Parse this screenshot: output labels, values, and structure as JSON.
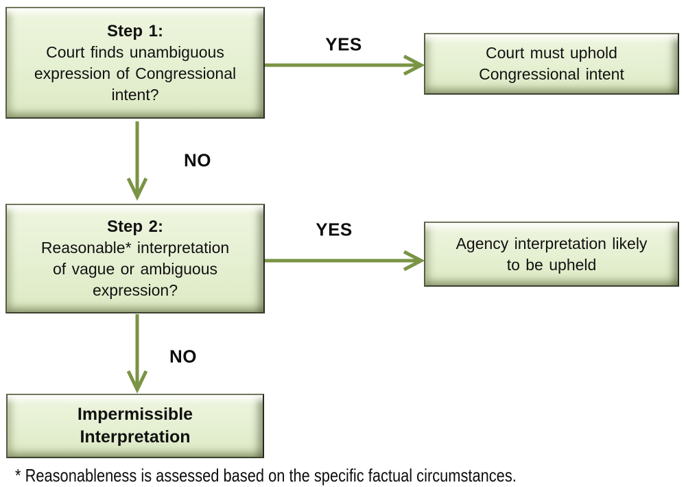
{
  "colors": {
    "box_fill": "#e6f0d3",
    "box_border": "#3a402b",
    "arrow": "#7a9445",
    "text": "#111111"
  },
  "boxes": {
    "step1": {
      "title": "Step 1:",
      "lines": [
        "Court finds unambiguous",
        "expression of Congressional",
        "intent?"
      ]
    },
    "yes1_result": {
      "lines": [
        "Court must uphold",
        "Congressional intent"
      ]
    },
    "step2": {
      "title": "Step 2:",
      "lines": [
        "Reasonable* interpretation",
        "of vague or ambiguous",
        "expression?"
      ]
    },
    "yes2_result": {
      "lines": [
        "Agency interpretation likely",
        "to be upheld"
      ]
    },
    "no_result": {
      "lines": [
        "Impermissible",
        "Interpretation"
      ]
    }
  },
  "labels": {
    "yes1": "YES",
    "no1": "NO",
    "yes2": "YES",
    "no2": "NO"
  },
  "footnote": "* Reasonableness is assessed based on the specific factual circumstances."
}
